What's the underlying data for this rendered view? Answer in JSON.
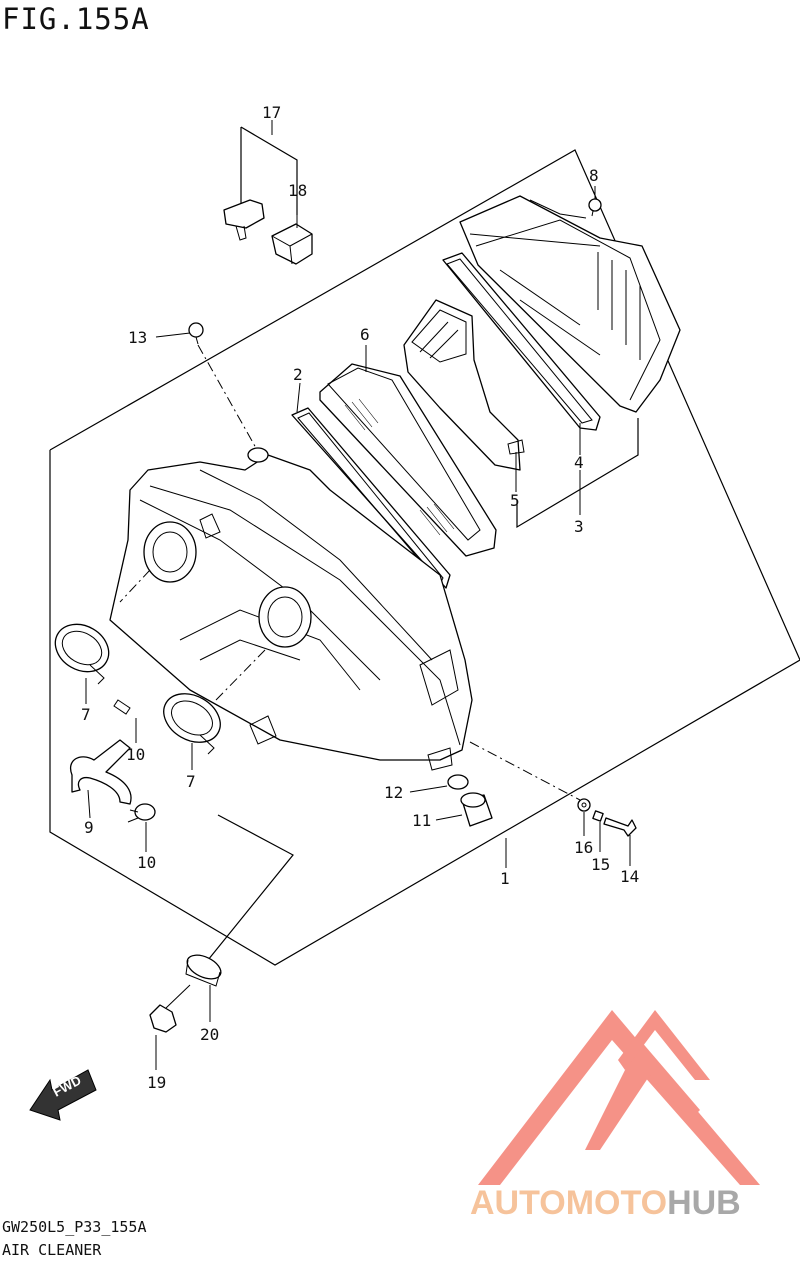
{
  "figure_title": "FIG.155A",
  "model_code": "GW250L5_P33_155A",
  "caption": "AIR CLEANER",
  "fwd_label": "FWD",
  "watermark": {
    "text_a": "AUTOMOTO",
    "text_b": "HUB",
    "color_a": "#f5b98a",
    "color_b": "#9a9a9a",
    "logo_color": "#f47f73"
  },
  "callouts": [
    {
      "num": "1"
    },
    {
      "num": "2"
    },
    {
      "num": "3"
    },
    {
      "num": "4"
    },
    {
      "num": "5"
    },
    {
      "num": "6"
    },
    {
      "num": "7"
    },
    {
      "num": "7"
    },
    {
      "num": "8"
    },
    {
      "num": "9"
    },
    {
      "num": "10"
    },
    {
      "num": "10"
    },
    {
      "num": "11"
    },
    {
      "num": "12"
    },
    {
      "num": "13"
    },
    {
      "num": "14"
    },
    {
      "num": "15"
    },
    {
      "num": "16"
    },
    {
      "num": "17"
    },
    {
      "num": "18"
    },
    {
      "num": "19"
    },
    {
      "num": "20"
    }
  ]
}
